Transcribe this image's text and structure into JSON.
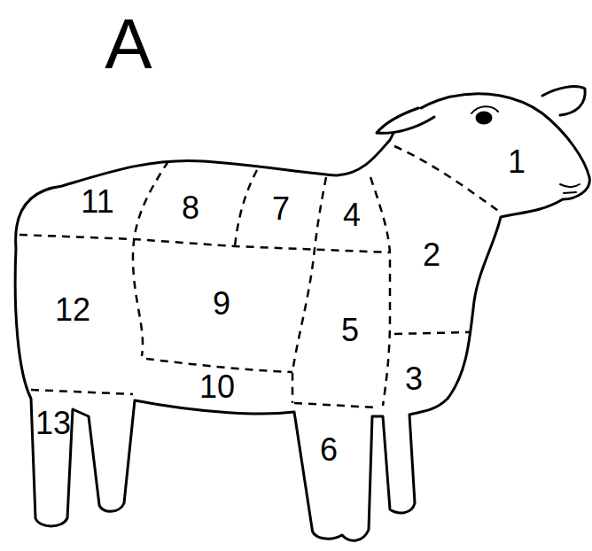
{
  "diagram": {
    "labels": [
      "A",
      "1",
      "2",
      "3",
      "4",
      "5",
      "6",
      "7",
      "8",
      "9",
      "10",
      "11",
      "12",
      "13"
    ]
  }
}
